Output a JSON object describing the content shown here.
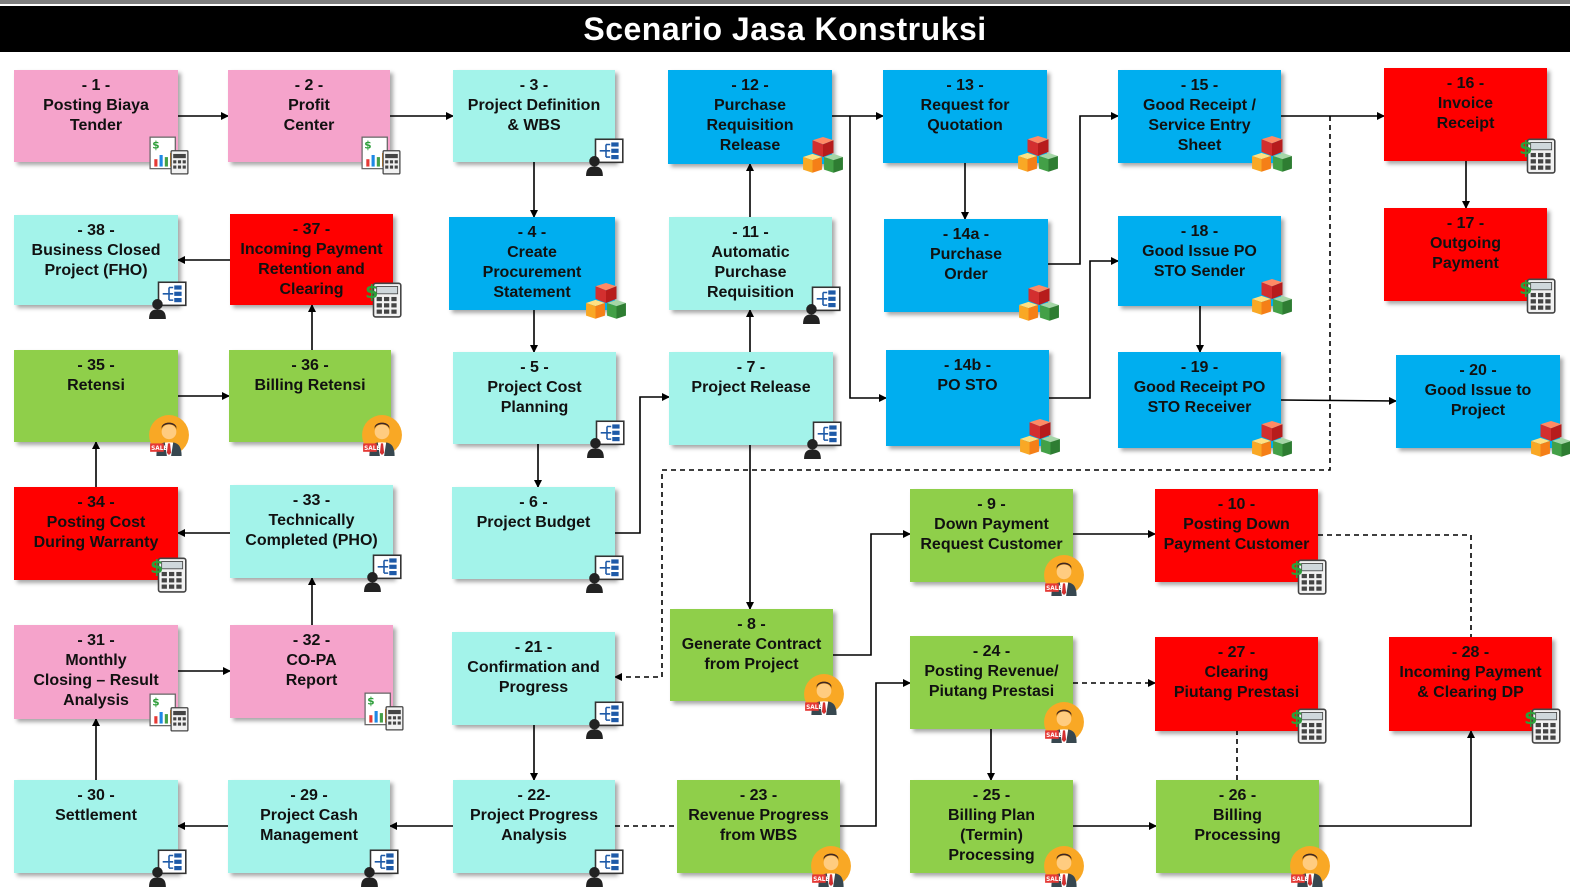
{
  "title": "Scenario Jasa Konstruksi",
  "colors": {
    "pink": "#f5a3cb",
    "teal": "#a3f3ea",
    "blue": "#00aeef",
    "red": "#ff0000",
    "green": "#8fcf4a"
  },
  "nodes": [
    {
      "id": "n1",
      "num": "- 1 -",
      "label": "Posting Biaya\nTender",
      "color": "pink",
      "icon": "report-calculator-icon"
    },
    {
      "id": "n2",
      "num": "- 2 -",
      "label": "Profit\nCenter",
      "color": "pink",
      "icon": "report-calculator-icon"
    },
    {
      "id": "n3",
      "num": "- 3 -",
      "label": "Project Definition\n& WBS",
      "color": "teal",
      "icon": "project-structure-icon"
    },
    {
      "id": "n4",
      "num": "- 4 -",
      "label": "Create\nProcurement\nStatement",
      "color": "blue",
      "icon": "material-boxes-icon"
    },
    {
      "id": "n5",
      "num": "- 5 -",
      "label": "Project Cost\nPlanning",
      "color": "teal",
      "icon": "project-structure-icon"
    },
    {
      "id": "n6",
      "num": "- 6 -",
      "label": "Project Budget",
      "color": "teal",
      "icon": "project-structure-icon"
    },
    {
      "id": "n7",
      "num": "- 7 -",
      "label": "Project Release",
      "color": "teal",
      "icon": "project-structure-icon"
    },
    {
      "id": "n8",
      "num": "- 8 -",
      "label": "Generate Contract\nfrom Project",
      "color": "green",
      "icon": "salesman-icon"
    },
    {
      "id": "n9",
      "num": "- 9 -",
      "label": "Down Payment\nRequest Customer",
      "color": "green",
      "icon": "salesman-icon"
    },
    {
      "id": "n10",
      "num": "- 10 -",
      "label": "Posting Down\nPayment Customer",
      "color": "red",
      "icon": "calculator-icon"
    },
    {
      "id": "n11",
      "num": "- 11 -",
      "label": "Automatic\nPurchase\nRequisition",
      "color": "teal",
      "icon": "project-structure-icon"
    },
    {
      "id": "n12",
      "num": "- 12 -",
      "label": "Purchase\nRequisition\nRelease",
      "color": "blue",
      "icon": "material-boxes-icon"
    },
    {
      "id": "n13",
      "num": "- 13 -",
      "label": "Request for\nQuotation",
      "color": "blue",
      "icon": "material-boxes-icon"
    },
    {
      "id": "n14a",
      "num": "- 14a -",
      "label": "Purchase\nOrder",
      "color": "blue",
      "icon": "material-boxes-icon"
    },
    {
      "id": "n14b",
      "num": "- 14b -",
      "label": "PO STO",
      "color": "blue",
      "icon": "material-boxes-icon"
    },
    {
      "id": "n15",
      "num": "- 15 -",
      "label": "Good Receipt /\nService Entry\nSheet",
      "color": "blue",
      "icon": "material-boxes-icon"
    },
    {
      "id": "n16",
      "num": "- 16 -",
      "label": "Invoice\nReceipt",
      "color": "red",
      "icon": "calculator-icon"
    },
    {
      "id": "n17",
      "num": "- 17 -",
      "label": "Outgoing\nPayment",
      "color": "red",
      "icon": "calculator-icon"
    },
    {
      "id": "n18",
      "num": "- 18 -",
      "label": "Good Issue PO\nSTO Sender",
      "color": "blue",
      "icon": "material-boxes-icon"
    },
    {
      "id": "n19",
      "num": "- 19 -",
      "label": "Good Receipt PO\nSTO Receiver",
      "color": "blue",
      "icon": "material-boxes-icon"
    },
    {
      "id": "n20",
      "num": "- 20 -",
      "label": "Good Issue to\nProject",
      "color": "blue",
      "icon": "material-boxes-icon"
    },
    {
      "id": "n21",
      "num": "- 21 -",
      "label": "Confirmation and\nProgress",
      "color": "teal",
      "icon": "project-structure-icon"
    },
    {
      "id": "n22",
      "num": "- 22-",
      "label": "Project Progress\nAnalysis",
      "color": "teal",
      "icon": "project-structure-icon"
    },
    {
      "id": "n23",
      "num": "- 23 -",
      "label": "Revenue Progress\nfrom WBS",
      "color": "green",
      "icon": "salesman-icon"
    },
    {
      "id": "n24",
      "num": "- 24 -",
      "label": "Posting Revenue/\nPiutang Prestasi",
      "color": "green",
      "icon": "salesman-icon"
    },
    {
      "id": "n25",
      "num": "- 25 -",
      "label": "Billing Plan\n(Termin)\nProcessing",
      "color": "green",
      "icon": "salesman-icon"
    },
    {
      "id": "n26",
      "num": "- 26 -",
      "label": "Billing\nProcessing",
      "color": "green",
      "icon": "salesman-icon"
    },
    {
      "id": "n27",
      "num": "- 27 -",
      "label": "Clearing\nPiutang Prestasi",
      "color": "red",
      "icon": "calculator-icon"
    },
    {
      "id": "n28",
      "num": "- 28 -",
      "label": "Incoming Payment\n& Clearing DP",
      "color": "red",
      "icon": "calculator-icon"
    },
    {
      "id": "n29",
      "num": "- 29 -",
      "label": "Project Cash\nManagement",
      "color": "teal",
      "icon": "project-structure-icon"
    },
    {
      "id": "n30",
      "num": "- 30 -",
      "label": "Settlement",
      "color": "teal",
      "icon": "project-structure-icon"
    },
    {
      "id": "n31",
      "num": "- 31 -",
      "label": "Monthly\nClosing – Result\nAnalysis",
      "color": "pink",
      "icon": "report-calculator-icon"
    },
    {
      "id": "n32",
      "num": "- 32 -",
      "label": "CO-PA\nReport",
      "color": "pink",
      "icon": "report-calculator-icon"
    },
    {
      "id": "n33",
      "num": "- 33 -",
      "label": "Technically\nCompleted (PHO)",
      "color": "teal",
      "icon": "project-structure-icon"
    },
    {
      "id": "n34",
      "num": "- 34 -",
      "label": "Posting Cost\nDuring Warranty",
      "color": "red",
      "icon": "calculator-icon"
    },
    {
      "id": "n35",
      "num": "- 35 -",
      "label": "Retensi",
      "color": "green",
      "icon": "salesman-icon"
    },
    {
      "id": "n36",
      "num": "- 36 -",
      "label": "Billing Retensi",
      "color": "green",
      "icon": "salesman-icon"
    },
    {
      "id": "n37",
      "num": "- 37 -",
      "label": "Incoming Payment\nRetention and\nClearing",
      "color": "red",
      "icon": "calculator-icon"
    },
    {
      "id": "n38",
      "num": "- 38 -",
      "label": "Business Closed\nProject (FHO)",
      "color": "teal",
      "icon": "project-structure-icon"
    }
  ]
}
